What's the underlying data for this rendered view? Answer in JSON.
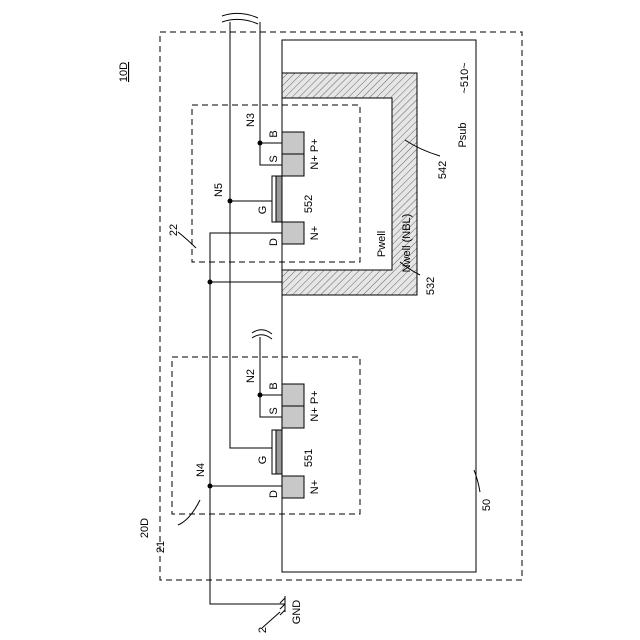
{
  "labels": {
    "fig": "10D",
    "psub_ref": "~510~",
    "psub": "Psub",
    "pwell": "Pwell",
    "nwell": "Nwell (NBL)",
    "ref_542": "542",
    "ref_532": "532",
    "ref_50": "50",
    "ref_20d": "20D",
    "ref_22": "22",
    "ref_21": "21",
    "ref_2": "2",
    "gnd": "GND",
    "n3": "N3",
    "n5": "N5",
    "n2": "N2",
    "n4": "N4",
    "b_top": "B",
    "s_top": "S",
    "g_top": "G",
    "d_top": "D",
    "b_bot": "B",
    "s_bot": "S",
    "g_bot": "G",
    "d_bot": "D",
    "np_top": "N+  P+",
    "n_top": "N+",
    "np_bot": "N+  P+",
    "n_bot": "N+",
    "ref_552": "552",
    "ref_551": "551"
  },
  "colors": {
    "line": "#000000",
    "hatch_bg": "#e6e6e6",
    "diffusion": "#c8c8c8",
    "gate": "#9a9a9a"
  }
}
